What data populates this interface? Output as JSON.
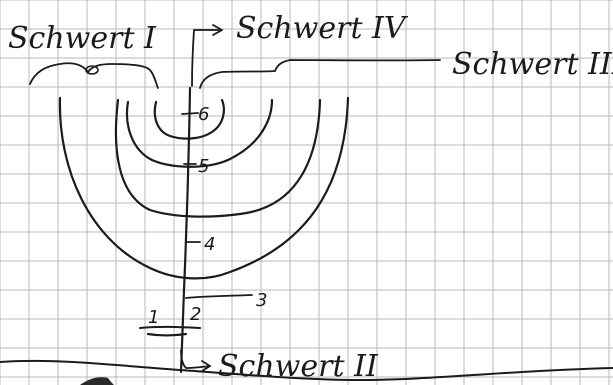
{
  "labels": {
    "sword_1": "Schwert I",
    "sword_2": "Schwert II",
    "sword_3": "Schwert III",
    "sword_4": "Schwert IV"
  },
  "ticks": {
    "t1": "1",
    "t2": "2",
    "t3": "3",
    "t4": "4",
    "t5": "5",
    "t6": "6"
  },
  "colors": {
    "ink": "#1b1b1b",
    "grid": "#b9b9b9",
    "paper": "#ffffff"
  }
}
